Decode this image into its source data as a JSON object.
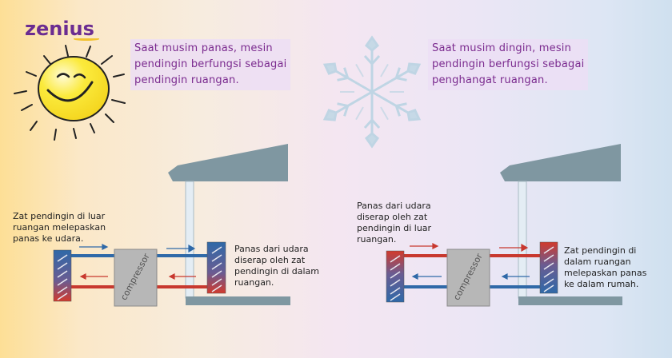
{
  "brand": {
    "logo_text": "zenius"
  },
  "summer": {
    "caption": [
      "Saat musim panas, mesin",
      "pendingin berfungsi sebagai",
      "pendingin ruangan."
    ],
    "outdoor_note": [
      "Zat pendingin di luar",
      "ruangan melepaskan",
      "panas ke udara."
    ],
    "indoor_note": [
      "Panas dari udara",
      "diserap oleh zat",
      "pendingin di dalam",
      "ruangan."
    ],
    "compressor_label": "compressor"
  },
  "winter": {
    "caption": [
      "Saat musim dingin, mesin",
      "pendingin berfungsi sebagai",
      "penghangat ruangan."
    ],
    "outdoor_note": [
      "Panas dari udara",
      "diserap oleh zat",
      "pendingin di luar",
      "ruangan."
    ],
    "indoor_note": [
      "Zat pendingin di",
      "dalam ruangan",
      "melepaskan panas",
      "ke dalam rumah."
    ],
    "compressor_label": "compressor"
  },
  "colors": {
    "hot": "#c8382e",
    "cold": "#2f69a8",
    "brand": "#6b2c91",
    "house": "#7f97a1"
  }
}
